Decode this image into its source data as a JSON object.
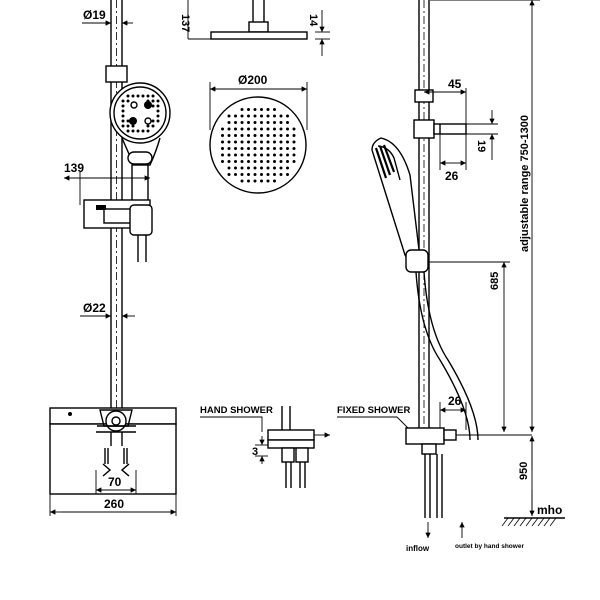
{
  "front_view": {
    "dims": {
      "top_partial": "137",
      "pipe_top": "Ø19",
      "bracket_depth": "139",
      "rail": "Ø22",
      "outlet_spacing": "70",
      "mixer_width": "260"
    }
  },
  "head_view": {
    "dims": {
      "head_thickness": "14",
      "head_diameter": "Ø200"
    }
  },
  "side_view": {
    "dims": {
      "arm_length": "45",
      "arm_height": "19",
      "arm_gap": "26",
      "adjustable": "adjustable range 750-1300",
      "slide_height": "685",
      "outlet_offset": "26",
      "floor_height": "950"
    },
    "floor_label": "mho",
    "inflow_label": "inflow",
    "outlet_label": "outlet by hand shower"
  },
  "detail_view": {
    "hand_shower_label": "HAND SHOWER",
    "fixed_shower_label": "FIXED SHOWER",
    "small_dim": "3"
  }
}
